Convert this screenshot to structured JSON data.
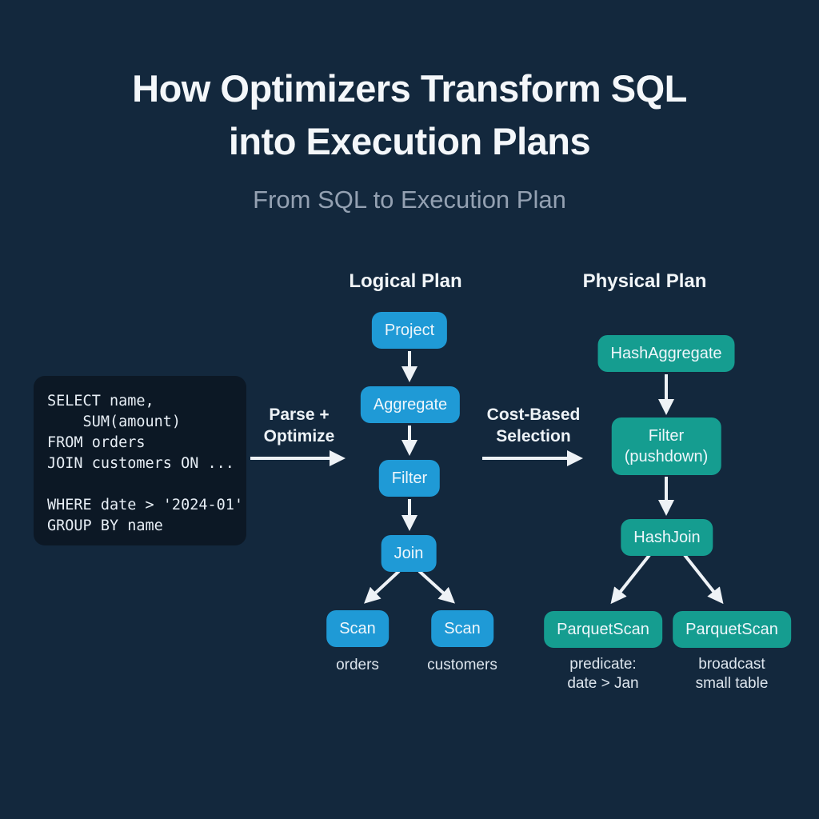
{
  "page": {
    "background_color": "#13283d",
    "title_lines": [
      "How Optimizers Transform SQL",
      "into Execution Plans"
    ],
    "subtitle": "From SQL to Execution Plan"
  },
  "sql_code": {
    "text": "SELECT name,\n    SUM(amount)\nFROM orders\nJOIN customers ON ...\n\nWHERE date > '2024-01'\nGROUP BY name"
  },
  "transitions": {
    "parse_line1": "Parse +",
    "parse_line2": "Optimize",
    "cost_line1": "Cost-Based",
    "cost_line2": "Selection"
  },
  "logical_plan": {
    "heading": "Logical Plan",
    "node_color": "#1f9ad6",
    "nodes": {
      "project": "Project",
      "aggregate": "Aggregate",
      "filter": "Filter",
      "join": "Join",
      "scan_left": "Scan",
      "scan_right": "Scan"
    },
    "leaf_labels": {
      "left": "orders",
      "right": "customers"
    }
  },
  "physical_plan": {
    "heading": "Physical Plan",
    "node_color": "#159d90",
    "nodes": {
      "hash_aggregate": "HashAggregate",
      "filter_line1": "Filter",
      "filter_line2": "(pushdown)",
      "hash_join": "HashJoin",
      "scan_left": "ParquetScan",
      "scan_right": "ParquetScan"
    },
    "leaf_labels": {
      "left_line1": "predicate:",
      "left_line2": "date > Jan",
      "right_line1": "broadcast",
      "right_line2": "small table"
    }
  },
  "colors": {
    "arrow": "#eef2f6",
    "title_text": "#f4f7fa",
    "subtitle_text": "#94a1b2",
    "code_box_bg": "#0c1825",
    "code_text": "#e7eef5"
  }
}
